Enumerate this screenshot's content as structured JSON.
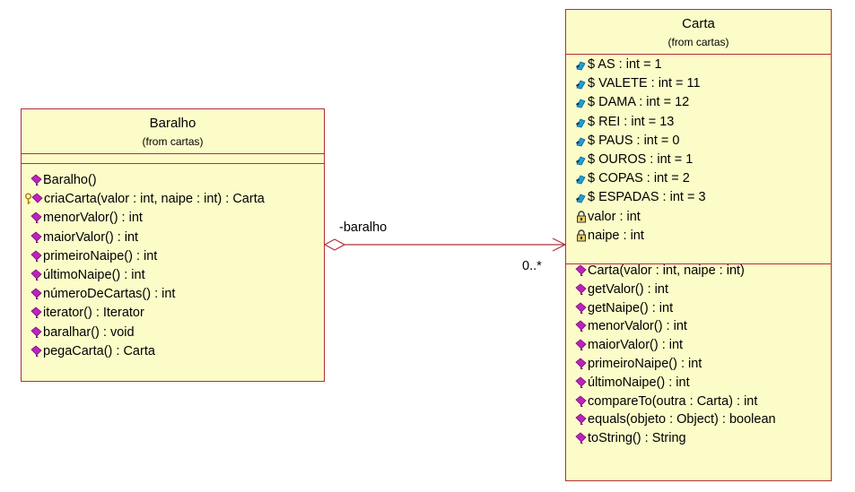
{
  "baralho": {
    "name": "Baralho",
    "stereotype": "(from cartas)",
    "operations": [
      {
        "text": "Baralho()",
        "visibility": "public"
      },
      {
        "text": "criaCarta(valor : int, naipe : int) : Carta",
        "visibility": "private"
      },
      {
        "text": "menorValor() : int",
        "visibility": "public"
      },
      {
        "text": "maiorValor() : int",
        "visibility": "public"
      },
      {
        "text": "primeiroNaipe() : int",
        "visibility": "public"
      },
      {
        "text": "últimoNaipe() : int",
        "visibility": "public"
      },
      {
        "text": "númeroDeCartas() : int",
        "visibility": "public"
      },
      {
        "text": "iterator() : Iterator",
        "visibility": "public"
      },
      {
        "text": "baralhar() : void",
        "visibility": "public"
      },
      {
        "text": "pegaCarta() : Carta",
        "visibility": "public"
      }
    ]
  },
  "carta": {
    "name": "Carta",
    "stereotype": "(from cartas)",
    "attributes": [
      {
        "text": "$ AS : int = 1",
        "visibility": "public-static"
      },
      {
        "text": "$ VALETE : int = 11",
        "visibility": "public-static"
      },
      {
        "text": "$ DAMA : int = 12",
        "visibility": "public-static"
      },
      {
        "text": "$ REI : int = 13",
        "visibility": "public-static"
      },
      {
        "text": "$ PAUS : int = 0",
        "visibility": "public-static"
      },
      {
        "text": "$ OUROS : int = 1",
        "visibility": "public-static"
      },
      {
        "text": "$ COPAS : int = 2",
        "visibility": "public-static"
      },
      {
        "text": "$ ESPADAS : int = 3",
        "visibility": "public-static"
      },
      {
        "text": "valor : int",
        "visibility": "private"
      },
      {
        "text": "naipe : int",
        "visibility": "private"
      }
    ],
    "operations": [
      {
        "text": "Carta(valor : int, naipe : int)",
        "visibility": "public"
      },
      {
        "text": "getValor() : int",
        "visibility": "public"
      },
      {
        "text": "getNaipe() : int",
        "visibility": "public"
      },
      {
        "text": "menorValor() : int",
        "visibility": "public"
      },
      {
        "text": "maiorValor() : int",
        "visibility": "public"
      },
      {
        "text": "primeiroNaipe() : int",
        "visibility": "public"
      },
      {
        "text": "últimoNaipe() : int",
        "visibility": "public"
      },
      {
        "text": "compareTo(outra : Carta) : int",
        "visibility": "public"
      },
      {
        "text": "equals(objeto : Object) : boolean",
        "visibility": "public"
      },
      {
        "text": "toString() : String",
        "visibility": "public"
      }
    ]
  },
  "association": {
    "role": "-baralho",
    "multiplicity": "0..*",
    "type": "aggregation"
  },
  "colors": {
    "class_fill": "#fcfcc9",
    "border": "#b0303a",
    "method_icon": "#c020c0",
    "attr_icon": "#20a0d0"
  }
}
